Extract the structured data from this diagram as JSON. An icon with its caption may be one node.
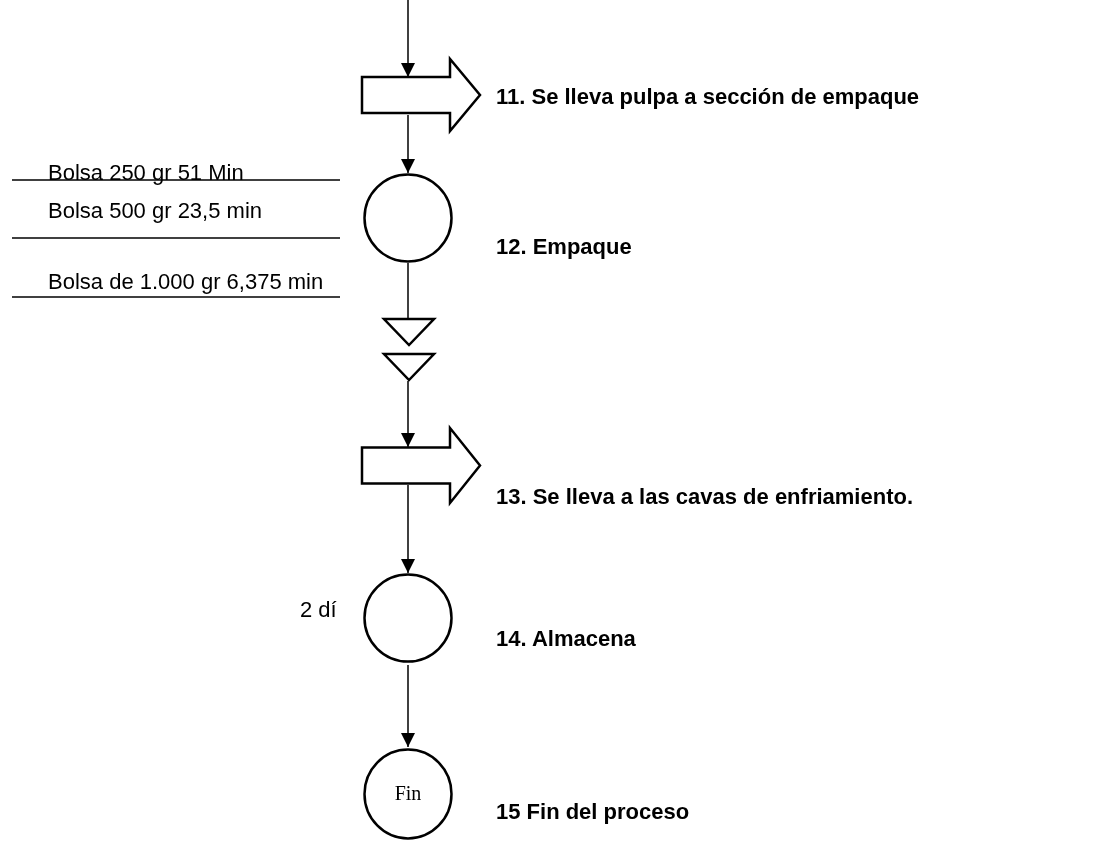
{
  "diagram": {
    "nodes": [
      {
        "text": [
          "11. Se lleva pulpa a sección de empaque"
        ]
      },
      {
        "text": [
          "12. Empaque"
        ]
      },
      {
        "text": [],
        "shape": "triangle"
      },
      {
        "text": [],
        "shape": "triangle"
      },
      {
        "text": [
          "13. Se lleva a las cavas de enfriamiento."
        ]
      },
      {
        "text": [
          "14. Almacena"
        ],
        "beside": [
          "2 dí"
        ]
      },
      {
        "text": [
          "Fin",
          "15 Fin del proceso"
        ]
      }
    ],
    "edges": [
      {
        "from": null,
        "to": 0,
        "arrow": "to"
      },
      {
        "from": 0,
        "to": 1,
        "arrow": "to"
      },
      {
        "from": 1,
        "to": 2,
        "arrow": "none"
      },
      {
        "from": 3,
        "to": 4,
        "arrow": "to"
      },
      {
        "from": 4,
        "to": 5,
        "arrow": "to"
      },
      {
        "from": 5,
        "to": 6,
        "arrow": "to"
      }
    ],
    "labels": [
      "Bolsa 250 gr 51 Min",
      "Bolsa 500 gr 23,5 min",
      "Bolsa de 1.000 gr 6,375 min"
    ]
  }
}
